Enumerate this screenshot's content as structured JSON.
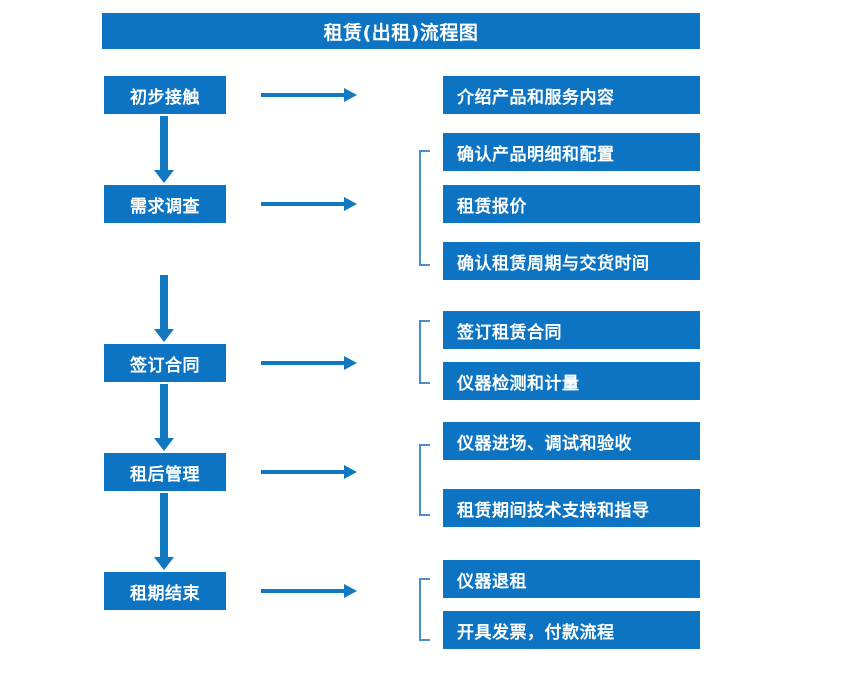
{
  "header": {
    "title": "租赁(出租)流程图"
  },
  "colors": {
    "primary": "#0C74C2",
    "arrow": "#1079BF",
    "bracket": "#4A8FCB",
    "text_on_primary": "#FFFFFF",
    "background": "#FFFFFF"
  },
  "stages": [
    {
      "label": "初步接触",
      "outputs": [
        "介绍产品和服务内容"
      ]
    },
    {
      "label": "需求调查",
      "outputs": [
        "确认产品明细和配置",
        "租赁报价",
        "确认租赁周期与交货时间"
      ]
    },
    {
      "label": "签订合同",
      "outputs": [
        "签订租赁合同",
        "仪器检测和计量"
      ]
    },
    {
      "label": "租后管理",
      "outputs": [
        "仪器进场、调试和验收",
        "租赁期间技术支持和指导"
      ]
    },
    {
      "label": "租期结束",
      "outputs": [
        "仪器退租",
        "开具发票，付款流程"
      ]
    }
  ],
  "icons": {
    "flow_arrow_right": "right-arrow-icon",
    "flow_arrow_down": "down-arrow-icon",
    "group_bracket": "group-bracket-icon"
  }
}
